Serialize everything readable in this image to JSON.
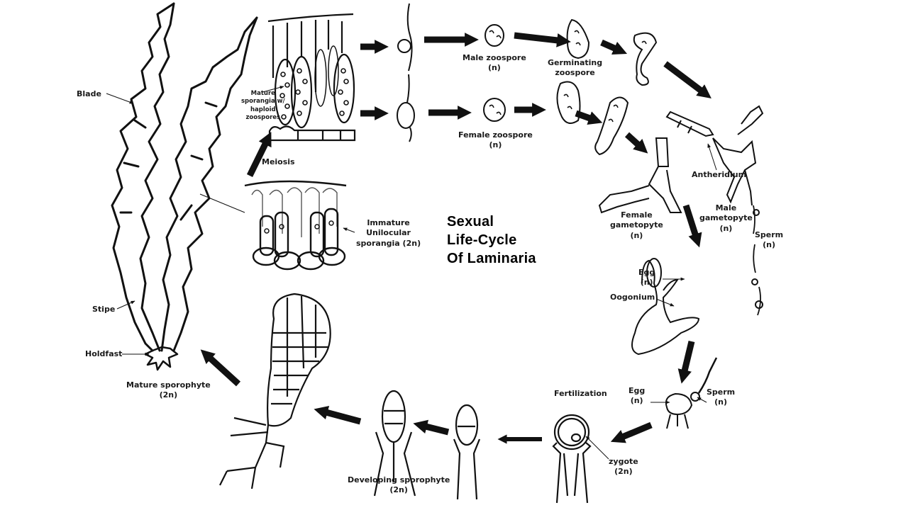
{
  "diagram": {
    "title_lines": [
      "Sexual",
      "Life-Cycle",
      "Of Laminaria"
    ],
    "colors": {
      "ink": "#111111",
      "background": "#ffffff"
    },
    "labels": {
      "blade": "Blade",
      "stipe": "Stipe",
      "holdfast": "Holdfast",
      "mature_sporophyte": [
        "Mature sporophyte",
        "(2n)"
      ],
      "mature_sporangia": [
        "Mature",
        "sporangia w/",
        "haploid",
        "zoospores"
      ],
      "meiosis": "Meiosis",
      "immature_sporangia": [
        "Immature",
        "Unilocular",
        "sporangia (2n)"
      ],
      "male_zoospore": [
        "Male zoospore",
        "(n)"
      ],
      "germinating_zoospore": [
        "Germinating",
        "zoospore"
      ],
      "female_zoospore": [
        "Female zoospore",
        "(n)"
      ],
      "antheridium": "Antheridium",
      "female_gametophyte": [
        "Female",
        "gametopyte",
        "(n)"
      ],
      "male_gametophyte": [
        "Male",
        "gametopyte",
        "(n)"
      ],
      "sperm_top": [
        "Sperm",
        "(n)"
      ],
      "egg_top": [
        "Egg",
        "(n)"
      ],
      "oogonium": "Oogonium",
      "egg_bottom": [
        "Egg",
        "(n)"
      ],
      "sperm_bottom": [
        "Sperm",
        "(n)"
      ],
      "fertilization": "Fertilization",
      "zygote": [
        "zygote",
        "(2n)"
      ],
      "developing_sporophyte": [
        "Developing sporophyte",
        "(2n)"
      ]
    },
    "stages": [
      "mature-sporophyte",
      "immature-unilocular-sporangia",
      "mature-sporangia",
      "zoospores-released",
      "male-zoospore",
      "female-zoospore",
      "germinating-zoospore",
      "male-gametophyte",
      "female-gametophyte",
      "oogonium-with-egg",
      "egg-and-sperm",
      "zygote",
      "developing-sporophyte"
    ]
  }
}
